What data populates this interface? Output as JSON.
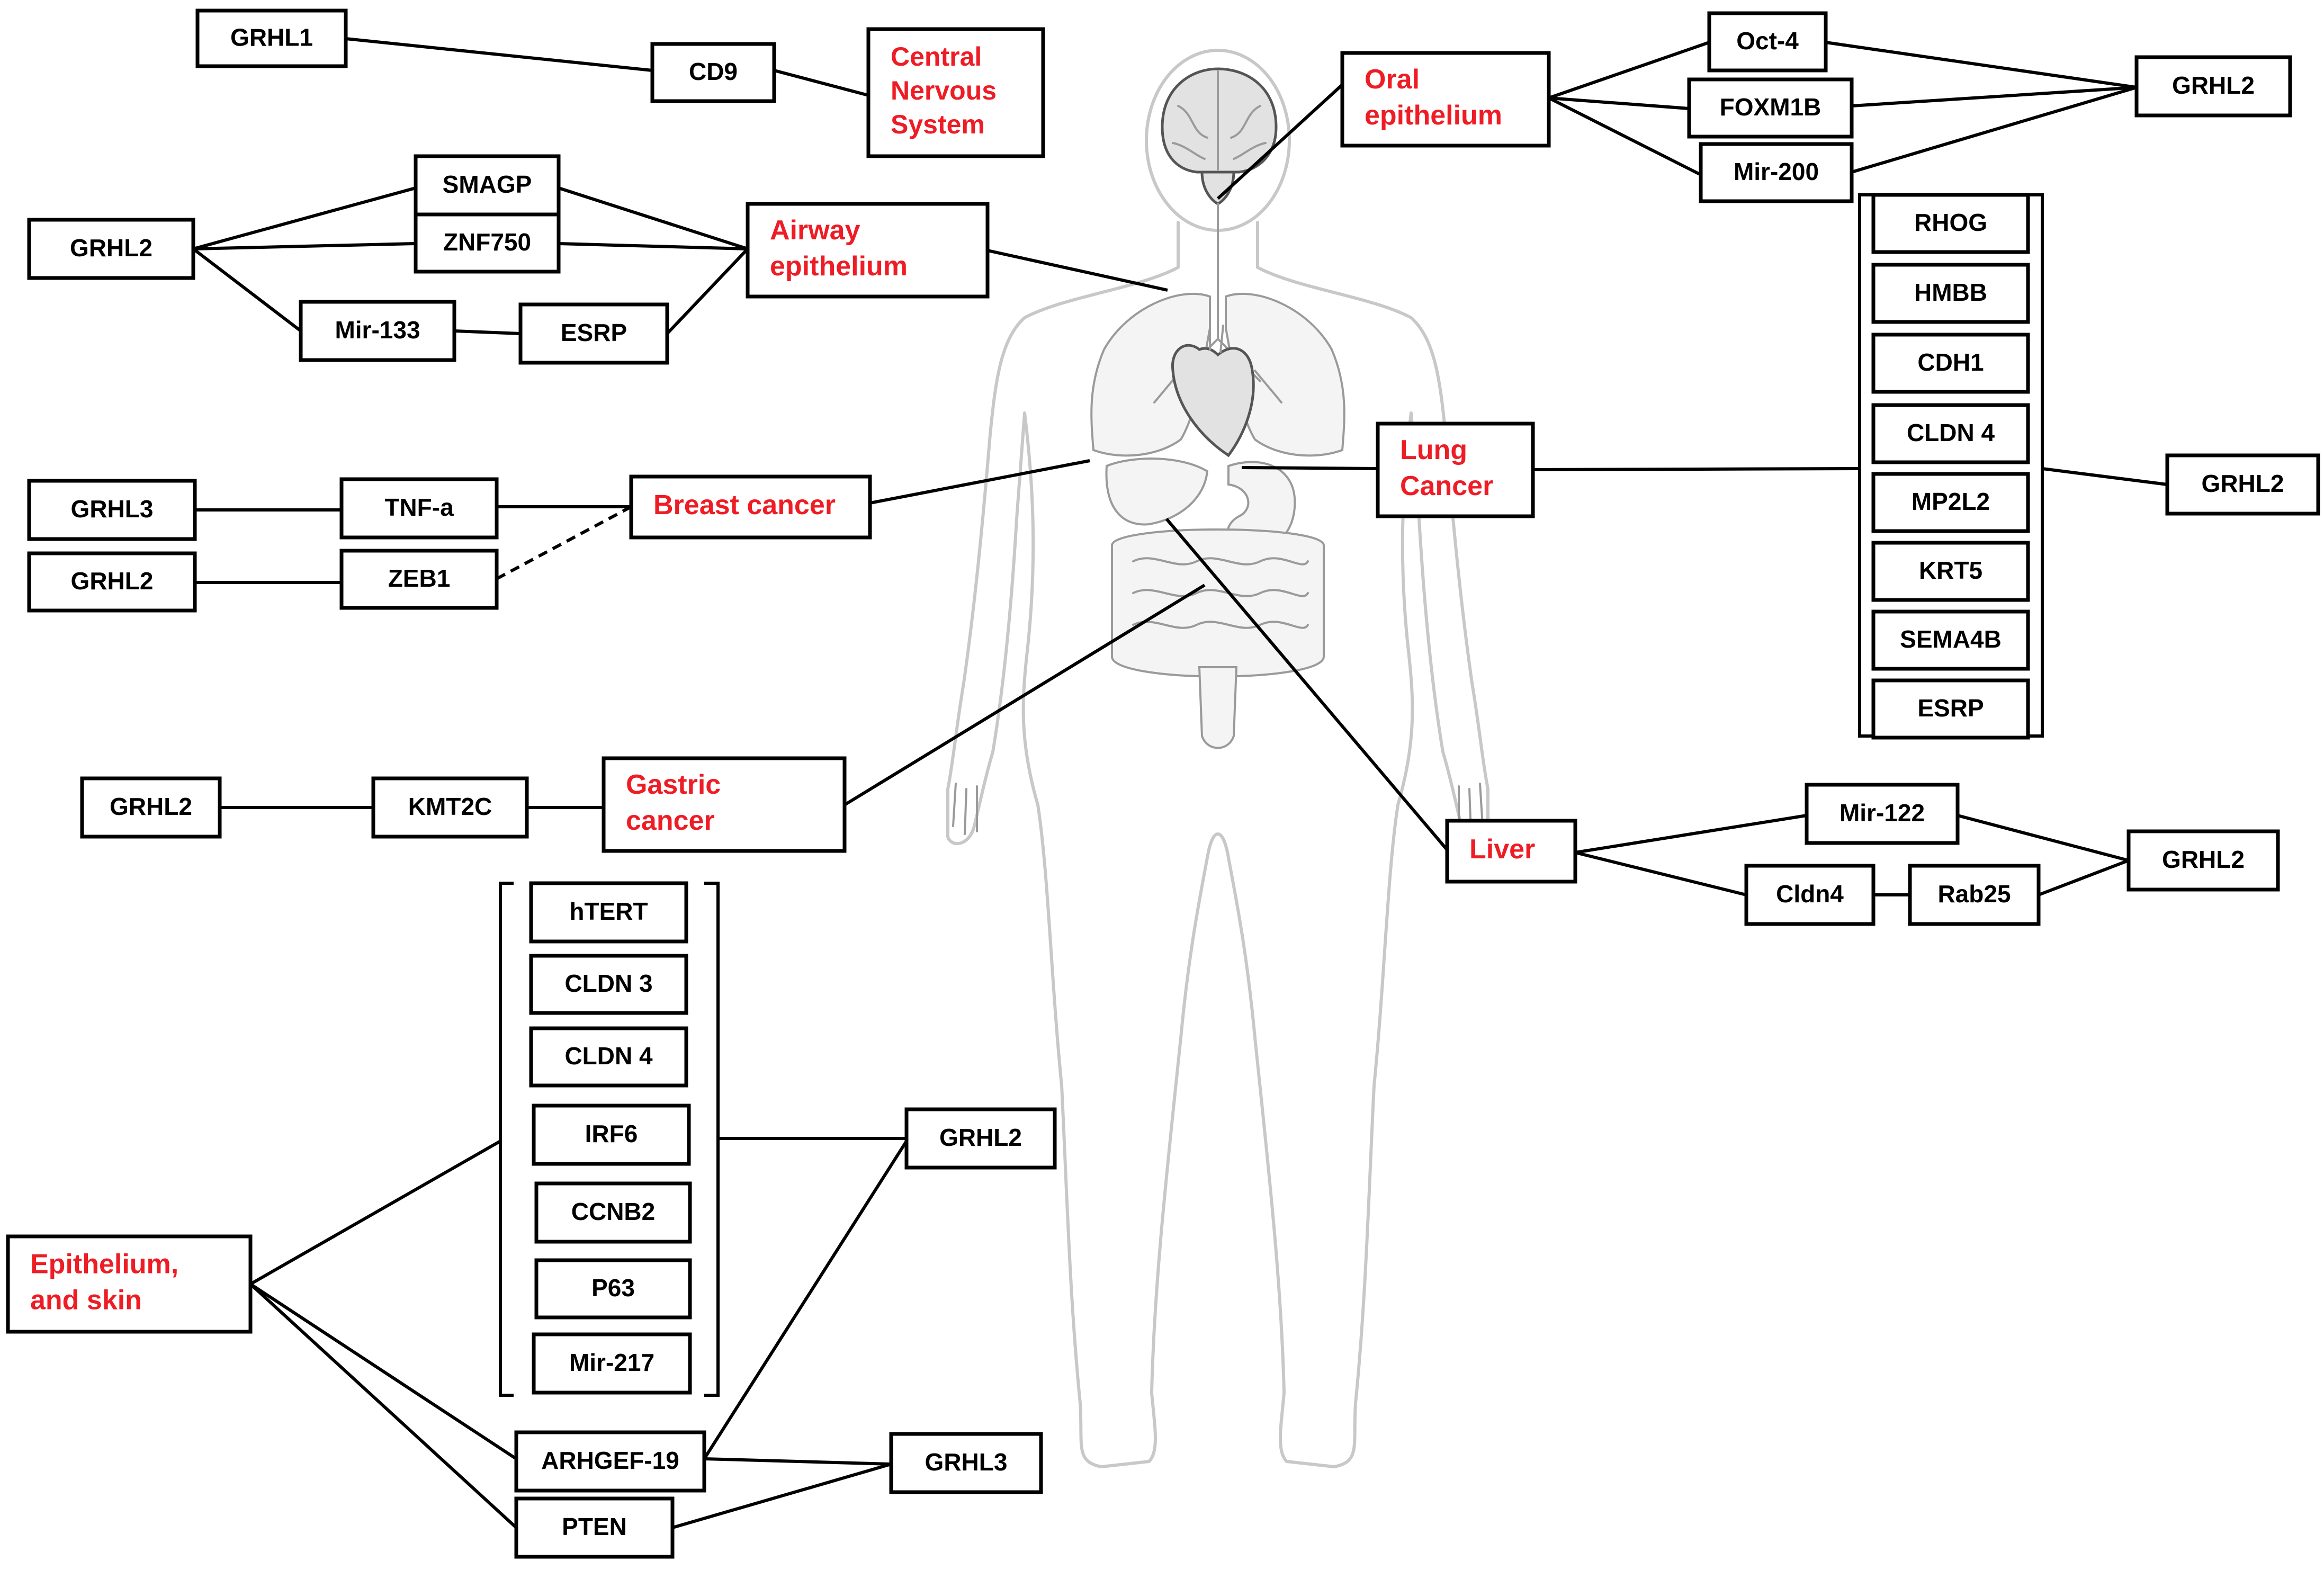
{
  "tissues": {
    "cns": [
      "Central",
      "Nervous",
      "System"
    ],
    "oral": [
      "Oral",
      "epithelium"
    ],
    "airway": [
      "Airway",
      "epithelium"
    ],
    "breast": [
      "Breast cancer"
    ],
    "lung": [
      "Lung",
      "Cancer"
    ],
    "gastric": [
      "Gastric",
      "cancer"
    ],
    "liver": [
      "Liver"
    ],
    "skin": [
      "Epithelium,",
      "and skin"
    ]
  },
  "genes": {
    "cns_grhl1": "GRHL1",
    "cns_cd9": "CD9",
    "oral_oct4": "Oct-4",
    "oral_foxm1b": "FOXM1B",
    "oral_mir200": "Mir-200",
    "oral_grhl2": "GRHL2",
    "airway_grhl2": "GRHL2",
    "airway_smagp": "SMAGP",
    "airway_znf750": "ZNF750",
    "airway_mir133": "Mir-133",
    "airway_esrp": "ESRP",
    "breast_grhl3": "GRHL3",
    "breast_grhl2": "GRHL2",
    "breast_tnfa": "TNF-a",
    "breast_zeb1": "ZEB1",
    "lung_grhl2": "GRHL2",
    "lung_rhog": "RHOG",
    "lung_hmbb": "HMBB",
    "lung_cdh1": "CDH1",
    "lung_cldn4": "CLDN 4",
    "lung_mp2l2": "MP2L2",
    "lung_krt5": "KRT5",
    "lung_sema4b": "SEMA4B",
    "lung_esrp": "ESRP",
    "gastric_grhl2": "GRHL2",
    "gastric_kmt2c": "KMT2C",
    "liver_mir122": "Mir-122",
    "liver_cldn4": "Cldn4",
    "liver_rab25": "Rab25",
    "liver_grhl2": "GRHL2",
    "skin_htert": "hTERT",
    "skin_cldn3": "CLDN 3",
    "skin_cldn4": "CLDN 4",
    "skin_irf6": "IRF6",
    "skin_ccnb2": "CCNB2",
    "skin_p63": "P63",
    "skin_mir217": "Mir-217",
    "skin_grhl2": "GRHL2",
    "skin_arhgef19": "ARHGEF-19",
    "skin_grhl3": "GRHL3",
    "skin_pten": "PTEN"
  },
  "colors": {
    "tissue_label": "#ee1c24",
    "gene_label": "#000000",
    "body_outline": "#c8c8c8"
  },
  "icons": {
    "body": "human-body-icon",
    "brain": "brain-icon",
    "heart": "heart-icon",
    "lungs": "lungs-icon",
    "liver": "liver-icon",
    "stomach": "stomach-icon",
    "intestine": "intestine-icon"
  }
}
